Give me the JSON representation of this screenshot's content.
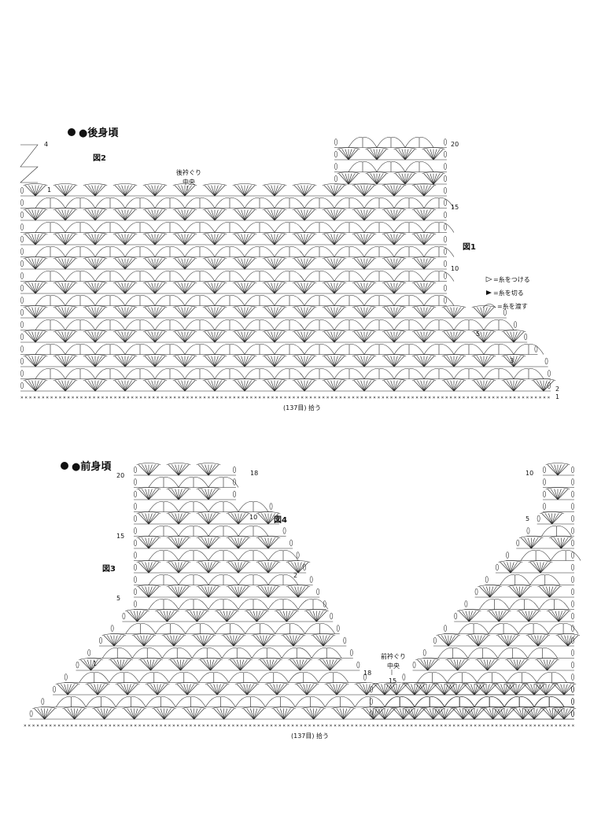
{
  "back": {
    "title": "●後身頃",
    "fig_label_a": "図2",
    "fig_label_b": "図1",
    "neck_label_1": "後衿ぐり",
    "neck_label_2": "中央",
    "pickup": "(137目) 拾う",
    "row_numbers": [
      "4",
      "1",
      "20",
      "15",
      "10",
      "5",
      "3",
      "2",
      "1"
    ]
  },
  "legend": {
    "attach": "=糸をつける",
    "cut": "=糸を切る",
    "carry": "=糸を渡す"
  },
  "front": {
    "title": "●前身頃",
    "fig_label_a": "図3",
    "fig_label_b": "図4",
    "neck_label_1": "前衿ぐり",
    "neck_label_2": "中央",
    "pickup": "(137目) 拾う",
    "row_numbers": [
      "20",
      "18",
      "15",
      "10",
      "5",
      "2",
      "1",
      "18",
      "15",
      "10",
      "5"
    ]
  },
  "colors": {
    "ink": "#222222",
    "background": "#ffffff"
  }
}
